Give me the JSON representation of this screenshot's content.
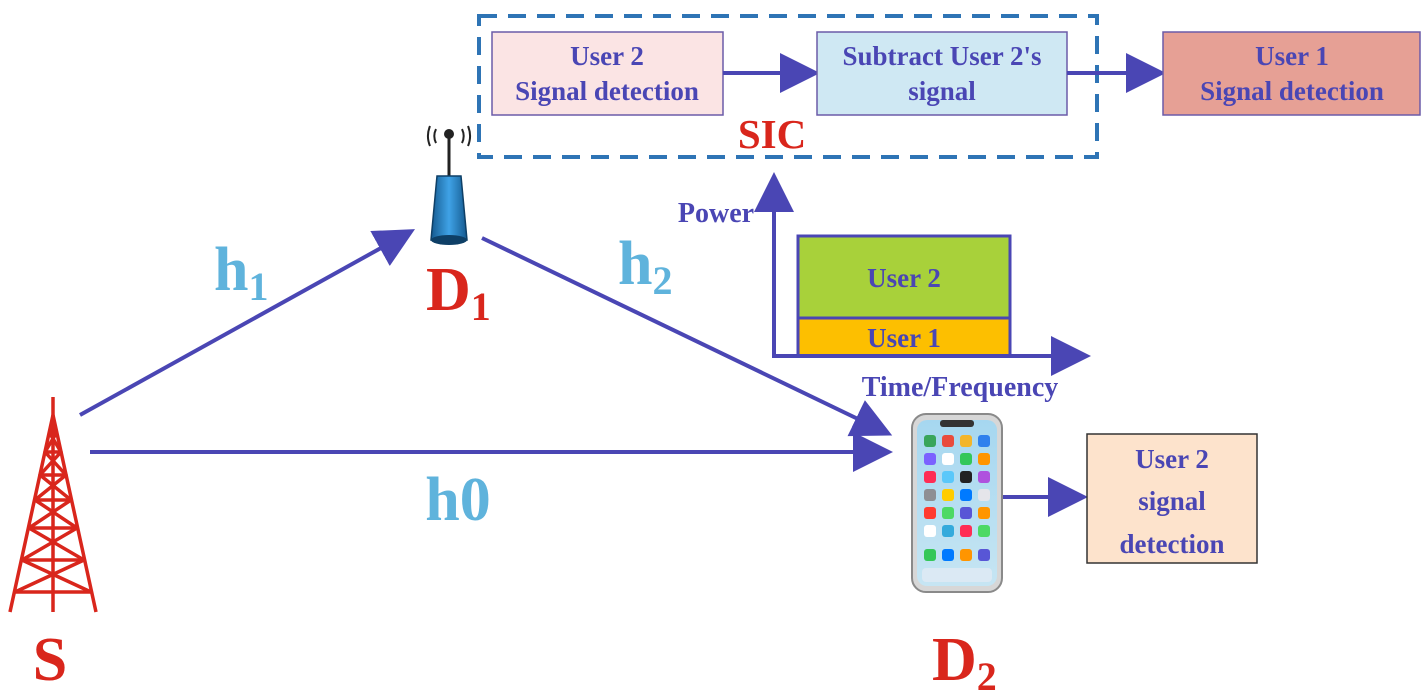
{
  "sic": {
    "label": "SIC",
    "step1": {
      "line1": "User 2",
      "line2": "Signal detection"
    },
    "step2": {
      "line1": "Subtract User 2's",
      "line2": "signal"
    },
    "output": {
      "line1": "User 1",
      "line2": "Signal detection"
    }
  },
  "power_chart": {
    "y_axis_label": "Power",
    "x_axis_label": "Time/Frequency",
    "layers": [
      {
        "label": "User 2",
        "color": "#a8d13a"
      },
      {
        "label": "User 1",
        "color": "#fdbf00"
      }
    ]
  },
  "nodes": {
    "source": {
      "letter": "S",
      "subscript": ""
    },
    "relay": {
      "letter": "D",
      "subscript": "1"
    },
    "destination": {
      "letter": "D",
      "subscript": "2"
    }
  },
  "channels": {
    "h1": {
      "letter": "h",
      "subscript": "1"
    },
    "h2": {
      "letter": "h",
      "subscript": "2"
    },
    "h0": {
      "label": "h0"
    }
  },
  "d2_detection": {
    "line1": "User 2",
    "line2": "signal",
    "line3": "detection"
  },
  "colors": {
    "arrow": "#4a46b4",
    "node_label": "#d9261c",
    "channel_label": "#5fb3dc",
    "sic_border": "#2e74b5",
    "box1_fill": "#fbe4e4",
    "box2_fill": "#cfe8f3",
    "box3_fill": "#e6a095",
    "d2_box_fill": "#fde3cc"
  },
  "icons": {
    "source": "radio-tower-icon",
    "relay": "antenna-icon",
    "destination": "smartphone-icon"
  }
}
